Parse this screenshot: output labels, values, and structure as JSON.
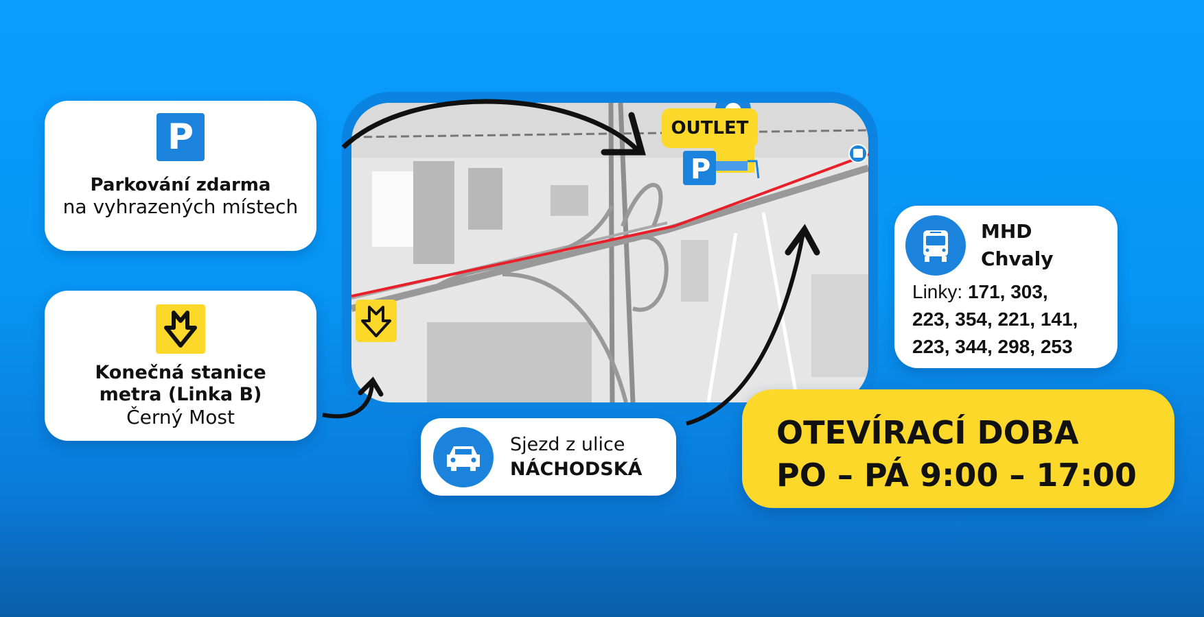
{
  "parking": {
    "icon": "parking-icon",
    "letter": "P",
    "title": "Parkování zdarma",
    "subtitle": "na vyhrazených místech"
  },
  "metro": {
    "icon": "metro-icon",
    "title_1": "Konečná stanice",
    "title_2": "metra (Linka B)",
    "subtitle": "Černý Most"
  },
  "map": {
    "outlet_label": "OUTLET",
    "parking_letter": "P",
    "route_color": "#e8202a",
    "accent": "#1b83dc"
  },
  "car": {
    "icon": "car-icon",
    "line_1": "Sjezd z ulice",
    "line_2": "NÁCHODSKÁ"
  },
  "mhd": {
    "icon": "bus-icon",
    "title_1": "MHD",
    "title_2": "Chvaly",
    "lines_label": "Linky:",
    "lines_1": "171, 303,",
    "lines_2": "223, 354, 221, 141,",
    "lines_3": "223, 344, 298, 253"
  },
  "hours": {
    "title": "OTEVÍRACÍ DOBA",
    "time": "PO – PÁ 9:00 – 17:00"
  },
  "colors": {
    "brand_blue": "#1b83dc",
    "yellow": "#fcd82a",
    "bg": "#0a9cff"
  }
}
